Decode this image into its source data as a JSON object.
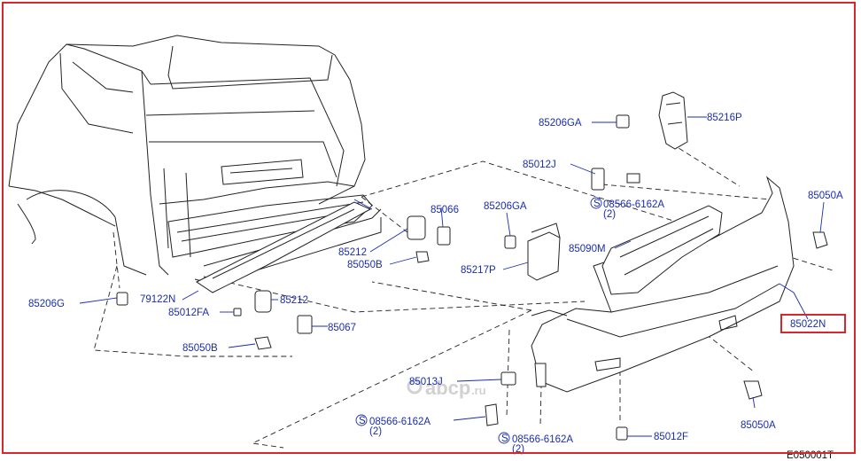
{
  "diagram": {
    "figure_code": "E050001T",
    "watermark": {
      "brand": "abcp",
      "domain": ".ru"
    },
    "highlight_color": "#d8262d",
    "label_color": "#1a2db0",
    "parts": [
      {
        "id": "p1",
        "text": "85206GA"
      },
      {
        "id": "p2",
        "text": "85216P"
      },
      {
        "id": "p3",
        "text": "85012J"
      },
      {
        "id": "p4",
        "text": "08566-6162A"
      },
      {
        "id": "p4q",
        "text": "(2)"
      },
      {
        "id": "p5",
        "text": "85050A"
      },
      {
        "id": "p6",
        "text": "85066"
      },
      {
        "id": "p7",
        "text": "85206GA"
      },
      {
        "id": "p8",
        "text": "85212"
      },
      {
        "id": "p9",
        "text": "85050B"
      },
      {
        "id": "p10",
        "text": "85090M"
      },
      {
        "id": "p11",
        "text": "85217P"
      },
      {
        "id": "p12",
        "text": "85206G"
      },
      {
        "id": "p13",
        "text": "79122N"
      },
      {
        "id": "p14",
        "text": "85012FA"
      },
      {
        "id": "p15",
        "text": "85212"
      },
      {
        "id": "p16",
        "text": "85067"
      },
      {
        "id": "p17",
        "text": "85022N",
        "highlighted": true
      },
      {
        "id": "p18",
        "text": "85050B"
      },
      {
        "id": "p19",
        "text": "85013J"
      },
      {
        "id": "p20",
        "text": "08566-6162A"
      },
      {
        "id": "p20q",
        "text": "(2)"
      },
      {
        "id": "p21",
        "text": "08566-6162A"
      },
      {
        "id": "p21q",
        "text": "(2)"
      },
      {
        "id": "p22",
        "text": "85012F"
      },
      {
        "id": "p23",
        "text": "85050A"
      }
    ]
  }
}
